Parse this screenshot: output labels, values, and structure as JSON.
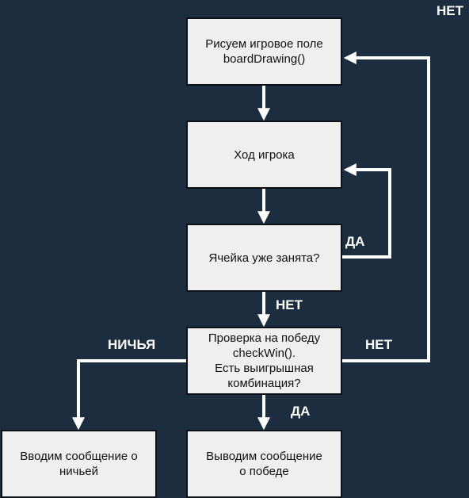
{
  "colors": {
    "background": "#1b2d3e",
    "box_fill": "#efefef",
    "box_border": "#0c1118",
    "connector": "#ffffff",
    "label_text": "#ffffff",
    "box_text": "#111111"
  },
  "nodes": {
    "draw_board": "Рисуем игровое поле\nboardDrawing()",
    "player_move": "Ход игрока",
    "cell_occupied": "Ячейка уже занята?",
    "check_win": "Проверка на победу\ncheckWin().\nЕсть выигрышная\nкомбинация?",
    "draw_message": "Вводим сообщение о\nничьей",
    "win_message": "Выводим сообщение\nо победе"
  },
  "edge_labels": {
    "top_no": "НЕТ",
    "occupied_yes": "ДА",
    "occupied_no": "НЕТ",
    "draw": "НИЧЬЯ",
    "win_no": "НЕТ",
    "win_yes": "ДА"
  }
}
